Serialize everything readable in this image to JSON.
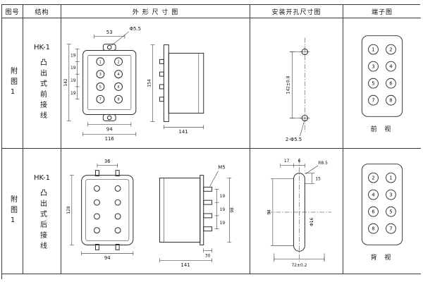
{
  "header": {
    "fig_no": "图号",
    "structure": "结构",
    "outline": "外 形 尺 寸 图",
    "mounting": "安装开孔尺寸图",
    "terminal": "端子图"
  },
  "row1": {
    "fig_no": "附图1",
    "model": "HK-1",
    "structure": "凸出式前接线",
    "outline": {
      "t53": "53",
      "thole": "Φ5.5",
      "pitch": [
        "19",
        "19",
        "19",
        "19"
      ],
      "t142": "142",
      "t94": "94",
      "t116": "116",
      "t154": "154",
      "t141": "141",
      "terminals": [
        "1",
        "2",
        "3",
        "4",
        "5",
        "6",
        "7",
        "8"
      ]
    },
    "mounting": {
      "height": "142±0.8",
      "holes": "2-Φ5.5"
    },
    "terminal_view": {
      "label": "前 视",
      "terminals": [
        "1",
        "2",
        "3",
        "4",
        "5",
        "6",
        "7",
        "8"
      ]
    }
  },
  "row2": {
    "fig_no": "附图1",
    "model": "HK-1",
    "structure": "凸出式后接线",
    "outline": {
      "t36": "36",
      "tm5": "M5",
      "t128": "128",
      "t94": "94",
      "pitch": [
        "19",
        "19",
        "19"
      ],
      "t98": "98",
      "t30": "30",
      "t141": "141"
    },
    "mounting": {
      "t17": "17",
      "t6": "6",
      "t15": "15",
      "t94": "94",
      "r": "R8.5",
      "slot": "Φ16",
      "t72": "72±0.2"
    },
    "terminal_view": {
      "label": "背 视",
      "terminals": [
        "2",
        "1",
        "4",
        "3",
        "6",
        "5",
        "8",
        "7"
      ]
    }
  }
}
